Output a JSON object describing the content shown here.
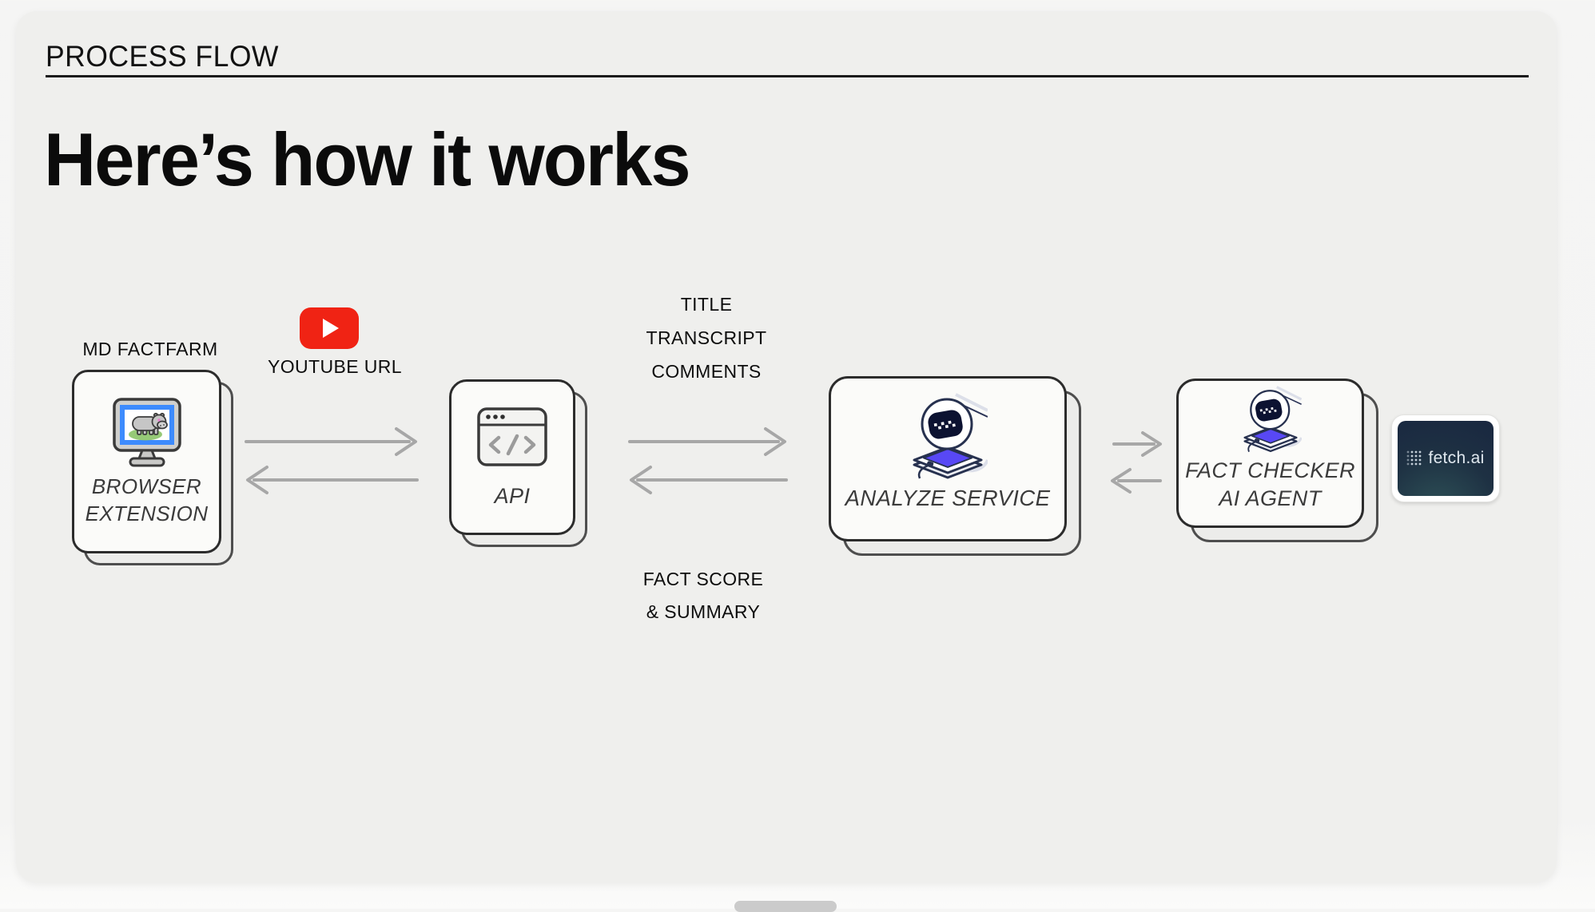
{
  "page": {
    "kicker": "PROCESS FLOW",
    "title": "Here’s how it works"
  },
  "flow": {
    "extension": {
      "label": "MD FACTFARM",
      "caption": "BROWSER\nEXTENSION"
    },
    "youtube": {
      "label": "YOUTUBE URL"
    },
    "api": {
      "caption": "API"
    },
    "api_to_analyze_labels": "TITLE\nTRANSCRIPT\nCOMMENTS",
    "analyze_to_api_labels": "FACT SCORE\n& SUMMARY",
    "analyze": {
      "caption": "ANALYZE SERVICE"
    },
    "agent": {
      "caption": "FACT CHECKER\nAI AGENT"
    },
    "fetch": {
      "brand": "fetch.ai"
    }
  },
  "icons": {
    "extension_icon": "monitor-hippo-icon",
    "youtube_icon": "youtube-play-icon",
    "api_icon": "code-window-icon",
    "analyze_icon": "robot-agent-icon",
    "agent_icon": "robot-agent-icon",
    "fetch_icon": "dot-grid-icon"
  },
  "colors": {
    "panel_bg": "#efefed",
    "outer_bg": "#f5f5f4",
    "card_bg": "#fbfbf9",
    "card_border": "#2c2c2c",
    "card_shadow_border": "#4e4e4e",
    "arrow_gray": "#a7a7a7",
    "youtube_red": "#f02314",
    "robot_pad_purple": "#5848f5",
    "robot_navy": "#27314f",
    "screen_blue": "#3d8bfd",
    "grass_green": "#84bf5f",
    "fetch_dark": "#1e3143",
    "fetch_text": "#dfe7ee"
  }
}
